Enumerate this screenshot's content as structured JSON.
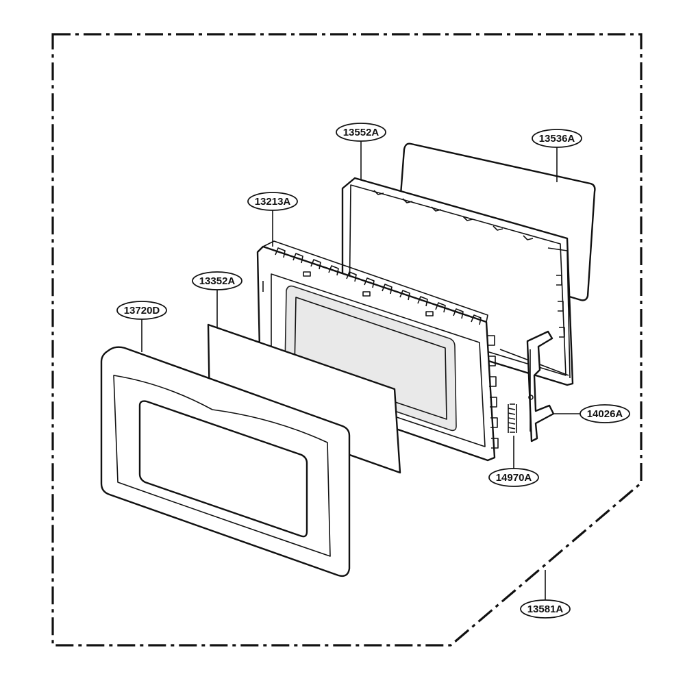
{
  "parts": [
    {
      "id": "label-13552A",
      "text": "13552A"
    },
    {
      "id": "label-13536A",
      "text": "13536A"
    },
    {
      "id": "label-13213A",
      "text": "13213A"
    },
    {
      "id": "label-13352A",
      "text": "13352A"
    },
    {
      "id": "label-13720D",
      "text": "13720D"
    },
    {
      "id": "label-14026A",
      "text": "14026A"
    },
    {
      "id": "label-14970A",
      "text": "14970A"
    },
    {
      "id": "label-13581A",
      "text": "13581A"
    }
  ]
}
